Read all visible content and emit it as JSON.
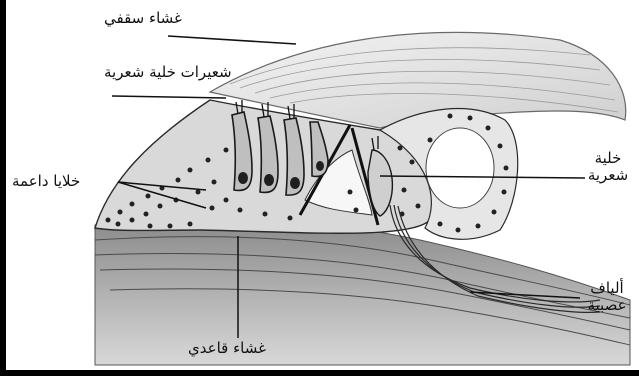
{
  "labels": {
    "tectorial_membrane": "غشاء سقفي",
    "hair_cell_stereocilia": "شعيرات خلية شعرية",
    "supporting_cells": "خلايا داعمة",
    "hair_cell_line1": "خلية",
    "hair_cell_line2": "شعرية",
    "nerve_fibers_line1": "ألياف",
    "nerve_fibers_line2": "عصبية",
    "basilar_membrane": "غشاء قاعدي"
  },
  "colors": {
    "outline": "#1a1a1a",
    "tissue_light": "#e6e6e6",
    "tissue_mid": "#bdbdbd",
    "tissue_dark": "#7a7a7a",
    "nucleus": "#2a2a2a",
    "frame": "#000000"
  }
}
